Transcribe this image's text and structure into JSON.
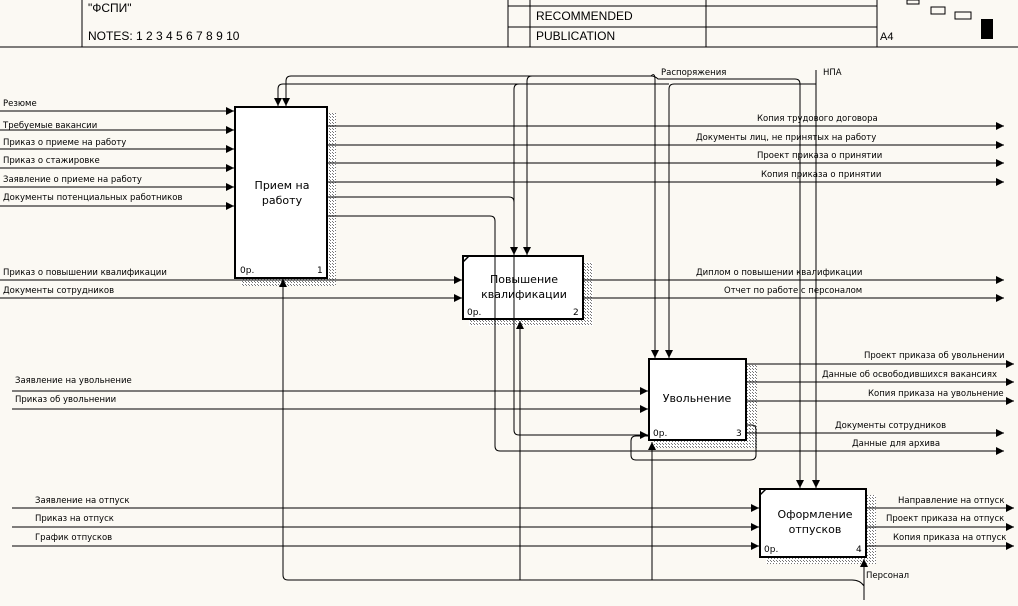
{
  "header": {
    "org": "\"ФСПИ\"",
    "notes": "NOTES:  1  2  3  4  5  6  7  8  9  10",
    "recommended": "RECOMMENDED",
    "publication": "PUBLICATION",
    "size": "A4"
  },
  "activities": [
    {
      "id": "box-1",
      "title": [
        "Прием на",
        "работу"
      ],
      "cost": "0р.",
      "number": "1"
    },
    {
      "id": "box-2",
      "title": [
        "Повышение",
        "квалификации"
      ],
      "cost": "0р.",
      "number": "2"
    },
    {
      "id": "box-3",
      "title": [
        "Увольнение"
      ],
      "cost": "0р.",
      "number": "3"
    },
    {
      "id": "box-4",
      "title": [
        "Оформление",
        "отпусков"
      ],
      "cost": "0р.",
      "number": "4"
    }
  ],
  "arrow_labels": {
    "controls": [
      "Распоряжения",
      "НПА"
    ],
    "mechanism": "Персонал",
    "inputs_1": [
      "Резюме",
      "Требуемые вакансии",
      "Приказ о приеме на работу",
      "Приказ о стажировке",
      "Заявление о приеме на работу",
      "Документы потенциальных работников"
    ],
    "inputs_2": [
      "Приказ о повышении квалификации",
      "Документы сотрудников"
    ],
    "inputs_3": [
      "Заявление на увольнение",
      "Приказ об увольнении"
    ],
    "inputs_4": [
      "Заявление на отпуск",
      "Приказ на отпуск",
      "График отпусков"
    ],
    "outputs_1": [
      "Копия трудового договора",
      "Документы лиц, не принятых на работу",
      "Проект приказа о принятии",
      "Копия приказа о принятии"
    ],
    "outputs_2": [
      "Диплом о повышении квалификации",
      "Отчет по работе с персоналом"
    ],
    "outputs_3": [
      "Проект приказа об увольнении",
      "Данные об освободившихся вакансиях",
      "Копия приказа на увольнение",
      "Документы сотрудников",
      "Данные для архива"
    ],
    "outputs_4": [
      "Направление на отпуск",
      "Проект приказа на отпуск",
      "Копия приказа на отпуск"
    ]
  }
}
